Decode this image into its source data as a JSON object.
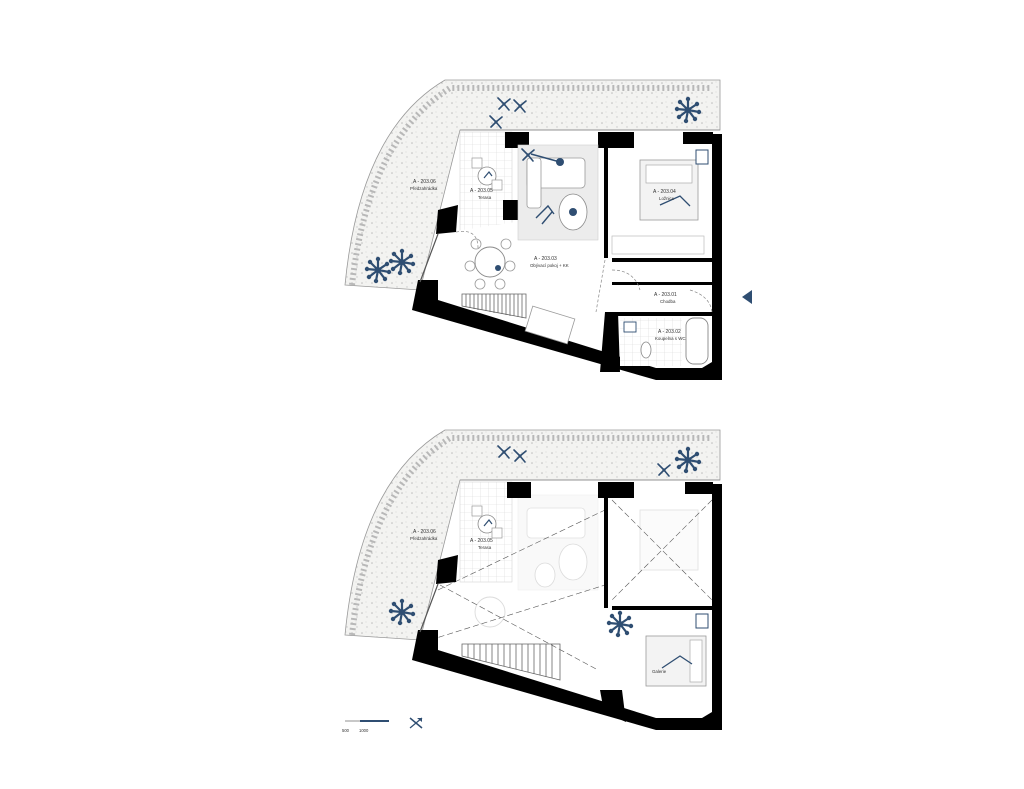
{
  "colors": {
    "wall": "#000000",
    "accent": "#2f4e72",
    "terrace": "#f3f3f1",
    "floor": "#ffffff",
    "tile": "#d8d8d8",
    "rug": "#ececec"
  },
  "plan_upper": {
    "rooms": [
      {
        "code": "A - 203.06",
        "name": "Předzahrádka"
      },
      {
        "code": "A - 203.05",
        "name": "Terasa"
      },
      {
        "code": "A - 203.04",
        "name": "Ložnice"
      },
      {
        "code": "A - 203.03",
        "name": "Obývací pokoj + KK"
      },
      {
        "code": "A - 203.01",
        "name": "Chodba"
      },
      {
        "code": "A - 203.02",
        "name": "Koupelna s WC"
      }
    ]
  },
  "plan_lower": {
    "rooms": [
      {
        "code": "A - 203.06",
        "name": "Předzahrádka"
      },
      {
        "code": "A - 203.05",
        "name": "Terasa"
      }
    ],
    "gallery_label": "Galerie"
  },
  "scale_bar": {
    "label_start": "500",
    "label_end": "1000"
  },
  "icons": [
    "entrance-arrow-icon",
    "north-arrow-icon",
    "plant-icon",
    "bed-icon",
    "bathtub-icon",
    "sofa-icon",
    "table-icon",
    "staircase-icon"
  ]
}
